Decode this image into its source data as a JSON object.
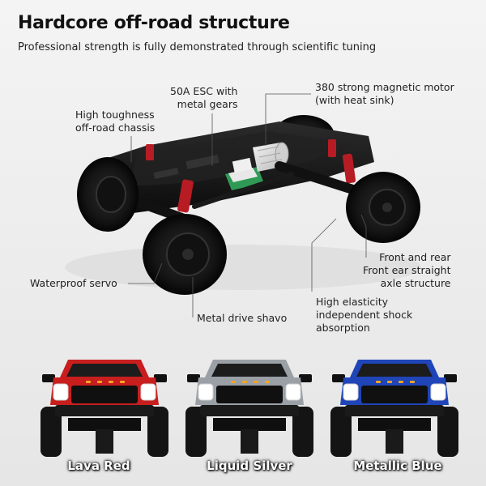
{
  "header": {
    "title": "Hardcore off-road structure",
    "subtitle": "Professional strength is fully demonstrated through scientific tuning"
  },
  "callouts": {
    "esc": [
      "50A ESC with",
      "metal gears"
    ],
    "motor": [
      "380 strong magnetic motor",
      "(with heat sink)"
    ],
    "chassis": [
      "High toughness",
      "off-road chassis"
    ],
    "servo": [
      "Waterproof servo"
    ],
    "axle": [
      "Front and rear",
      "Front ear straight",
      "axle structure"
    ],
    "shock": [
      "High elasticity",
      "independent shock",
      "absorption"
    ],
    "drive": [
      "Metal drive shavo"
    ]
  },
  "variants": [
    {
      "name": "Lava Red",
      "color": "#c81e1e"
    },
    {
      "name": "Liquid Silver",
      "color": "#9aa0a6"
    },
    {
      "name": "Metallic Blue",
      "color": "#1f45b8"
    }
  ],
  "colors": {
    "tire": "#111111",
    "shock_spring": "#c0202a",
    "esc_board": "#2f9a55",
    "motor_can": "#d9d9d9"
  }
}
